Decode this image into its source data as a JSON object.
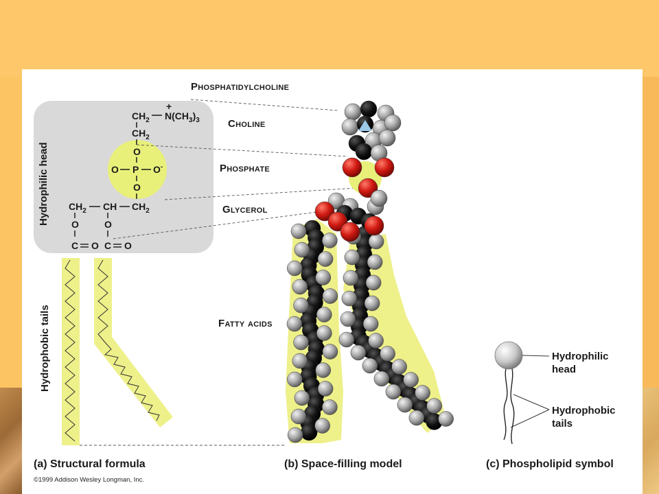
{
  "slide": {
    "background": "#FCC463"
  },
  "figure": {
    "title": "Phosphatidylcholine",
    "parts": {
      "choline": "Choline",
      "phosphate": "Phosphate",
      "glycerol": "Glycerol",
      "fatty_acids": "Fatty acids"
    },
    "regions": {
      "hydrophilic_head": "Hydrophilic head",
      "hydrophobic_tails": "Hydrophobic tails"
    },
    "formula": {
      "ch2_top": "CH",
      "sub_2": "2",
      "dash": "–",
      "n_plus": "+",
      "n_group": "N(CH",
      "n_sub3": "3",
      "n_close": ")",
      "n_sub3b": "3",
      "ch2_mid": "CH",
      "o": "O",
      "p": "P",
      "o_minus": "O",
      "minus": "-",
      "ch": "CH",
      "c": "C",
      "eq": "=",
      "dbl": "O"
    },
    "captions": {
      "a": "(a) Structural formula",
      "b": "(b) Space-filling model",
      "c": "(c) Phospholipid symbol"
    },
    "symbol_labels": {
      "head": [
        "Hydrophilic",
        "head"
      ],
      "tails": [
        "Hydrophobic",
        "tails"
      ]
    },
    "copyright": "©1999 Addison Wesley Longman, Inc."
  },
  "colors": {
    "head_box": "#D9D9D9",
    "highlight": "#EEF08A",
    "phosphate_circle": "#E8F07A",
    "carbon": "#111111",
    "hydrogen": "#9E9E9E",
    "oxygen": "#D11A12",
    "nitrogen": "#9CC9E8"
  }
}
